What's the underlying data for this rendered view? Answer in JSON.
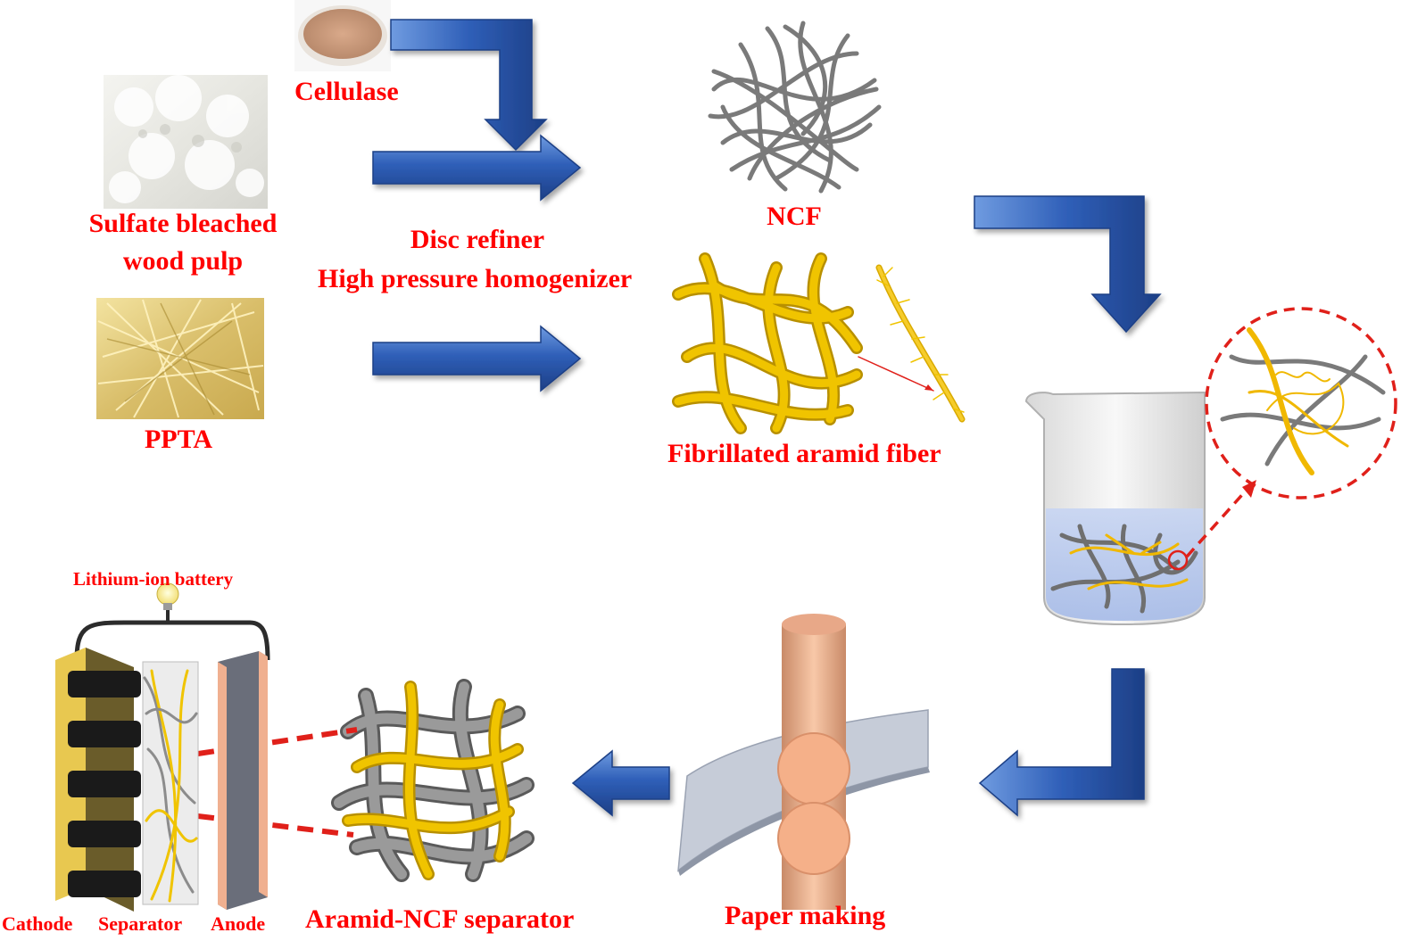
{
  "labels": {
    "cellulase": "Cellulase",
    "pulp_line1": "Sulfate bleached",
    "pulp_line2": "wood pulp",
    "ppta": "PPTA",
    "disc_refiner": "Disc refiner",
    "homogenizer": "High pressure homogenizer",
    "ncf": "NCF",
    "fibrillated": "Fibrillated aramid fiber",
    "battery": "Lithium-ion battery",
    "cathode": "Cathode",
    "separator": "Separator",
    "anode": "Anode",
    "aramid_ncf": "Aramid-NCF separator",
    "paper_making": "Paper making"
  },
  "colors": {
    "label_red": "#ff0000",
    "arrow_blue": "#2f5fb8",
    "aramid_yellow": "#e8b800",
    "ncf_gray": "#7a7a7a",
    "roller_orange": "#f5b089",
    "water_blue": "#b8c8ec"
  },
  "icons": [
    "cellulase-powder-image",
    "wood-pulp-image",
    "ppta-fiber-image",
    "ncf-network-icon",
    "aramid-fiber-ball-icon",
    "beaker-icon",
    "zoom-circle-icon",
    "paper-rollers-icon",
    "separator-ball-icon",
    "battery-icon",
    "light-bulb-icon"
  ]
}
